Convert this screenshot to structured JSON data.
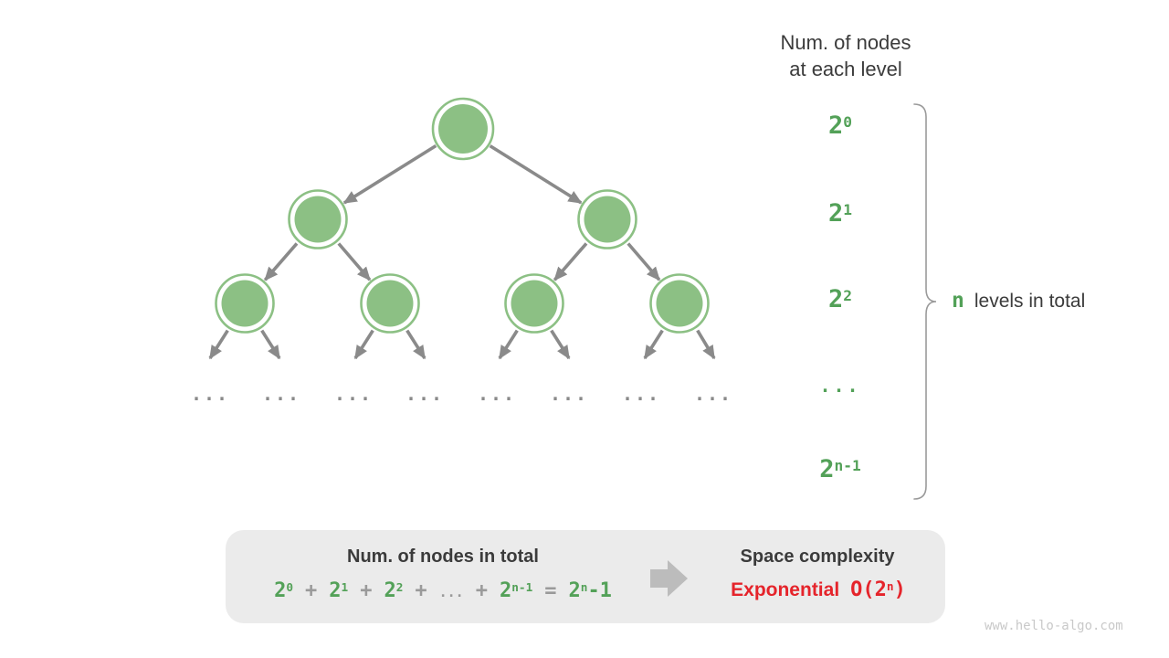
{
  "colors": {
    "node_green_fill": "#8cc084",
    "node_green_ring": "#8cc084",
    "edge_gray": "#8a8a8a",
    "text_green": "#53a158",
    "dark_text": "#3b3b3b",
    "red_text": "#e5242b",
    "box_bg": "#ebebeb",
    "block_arrow_gray": "#bcbcbc",
    "brace_gray": "#9a9a9a",
    "watermark_gray": "#c9c9c9"
  },
  "header": {
    "line1": "Num. of nodes",
    "line2": "at each level"
  },
  "levels": {
    "l0": {
      "base": "2",
      "sup": "0"
    },
    "l1": {
      "base": "2",
      "sup": "1"
    },
    "l2": {
      "base": "2",
      "sup": "2"
    },
    "dots": "...",
    "l3": {
      "base": "2",
      "sup": "n-1"
    }
  },
  "brace_note": {
    "n": "n",
    "text": "levels in total"
  },
  "tree": {
    "ellipsis": "...",
    "levels_shown": 3,
    "nodes_per_level_shown": [
      1,
      2,
      4
    ]
  },
  "summary_box": {
    "left_title": "Num. of nodes in total",
    "formula": {
      "t0": {
        "base": "2",
        "sup": "0"
      },
      "plus": "+",
      "t1": {
        "base": "2",
        "sup": "1"
      },
      "t2": {
        "base": "2",
        "sup": "2"
      },
      "dots": "...",
      "t3": {
        "base": "2",
        "sup": "n-1"
      },
      "equals": "=",
      "result": {
        "base": "2",
        "sup": "n",
        "tail": "-1"
      }
    },
    "right_title": "Space complexity",
    "complexity": {
      "word": "Exponential",
      "o_prefix": "O(2",
      "sup": "n",
      "close": ")"
    }
  },
  "watermark": "www.hello-algo.com"
}
